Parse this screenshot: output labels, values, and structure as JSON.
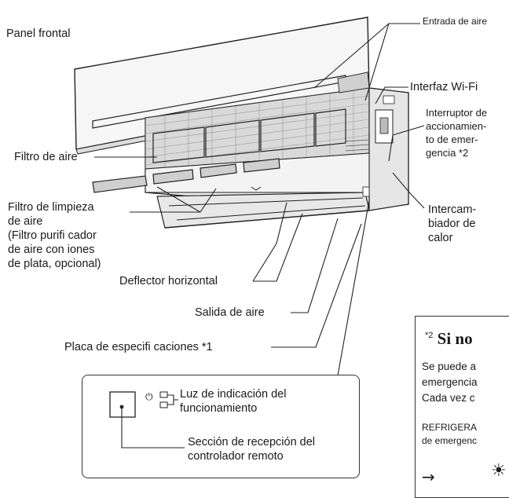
{
  "labels": {
    "panel_frontal": "Panel frontal",
    "entrada_aire": "Entrada de aire",
    "interfaz_wifi": "Interfaz Wi-Fi",
    "interruptor": [
      "Interruptor de",
      "accionamien-",
      "to de emer-",
      "gencia *2"
    ],
    "filtro_aire": "Filtro de aire",
    "filtro_limpieza": [
      "Filtro de limpieza",
      "de aire",
      "(Filtro purifi cador",
      "de aire con iones",
      "de plata, opcional)"
    ],
    "intercambiador": [
      "Intercam-",
      "biador de",
      "calor"
    ],
    "deflector": "Deflector horizontal",
    "salida": "Salida de aire",
    "placa": "Placa de especifi caciones *1"
  },
  "inset": {
    "luz": [
      "Luz de indicación del",
      "funcionamiento"
    ],
    "seccion": [
      "Sección de recepción del",
      "controlador remoto"
    ],
    "power_symbol": "⏻"
  },
  "note": {
    "title_prefix": "*2",
    "title": "Si no",
    "lines": [
      "Se puede a",
      "emergencia",
      "Cada vez c"
    ],
    "small_lines": [
      "REFRIGERA",
      "de emergenc"
    ],
    "arrow": "→",
    "sun": "☀"
  }
}
